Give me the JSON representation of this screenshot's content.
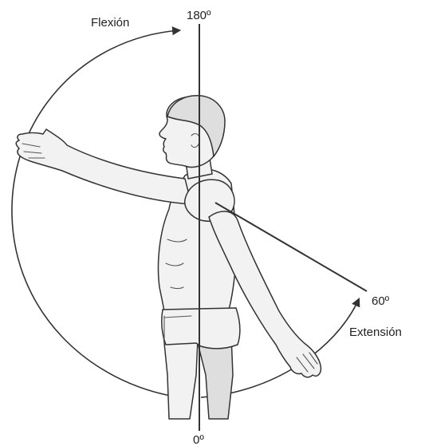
{
  "labels": {
    "flexion": "Flexión",
    "deg_180": "180º",
    "deg_60": "60º",
    "extension": "Extensión",
    "deg_0": "0º"
  },
  "colors": {
    "line": "#333333",
    "skin": "#f2f2f2",
    "shade": "#dedede",
    "text": "#222222"
  }
}
